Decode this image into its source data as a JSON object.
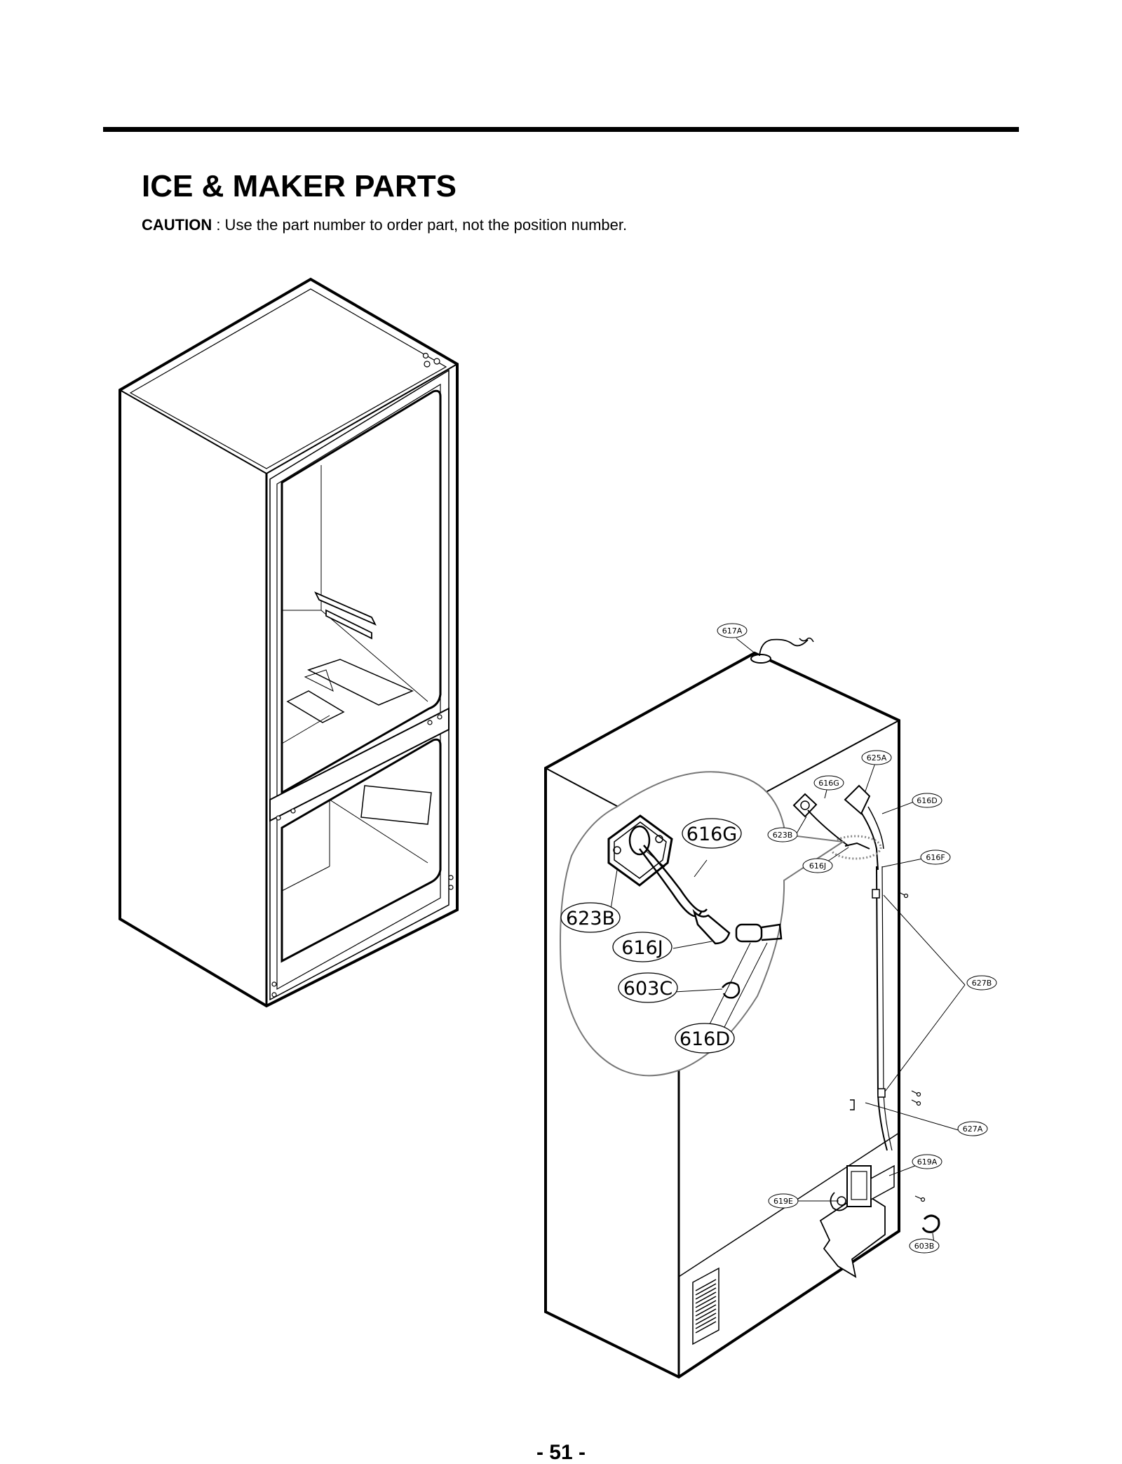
{
  "header": {
    "title": "ICE & MAKER PARTS",
    "caution_label": "CAUTION",
    "caution_text": " : Use the part number to order part, not the position number."
  },
  "callouts": {
    "c617A": "617A",
    "c625A": "625A",
    "c616G_small": "616G",
    "c616D_small": "616D",
    "c623B_small": "623B",
    "c616F": "616F",
    "c616J_small": "616J",
    "c627B": "627B",
    "c627A": "627A",
    "c619A": "619A",
    "c619E": "619E",
    "c603B": "603B",
    "c616G_large": "616G",
    "c623B_large": "623B",
    "c616J_large": "616J",
    "c603C_large": "603C",
    "c616D_large": "616D"
  },
  "footer": {
    "page_number": "- 51 -"
  }
}
